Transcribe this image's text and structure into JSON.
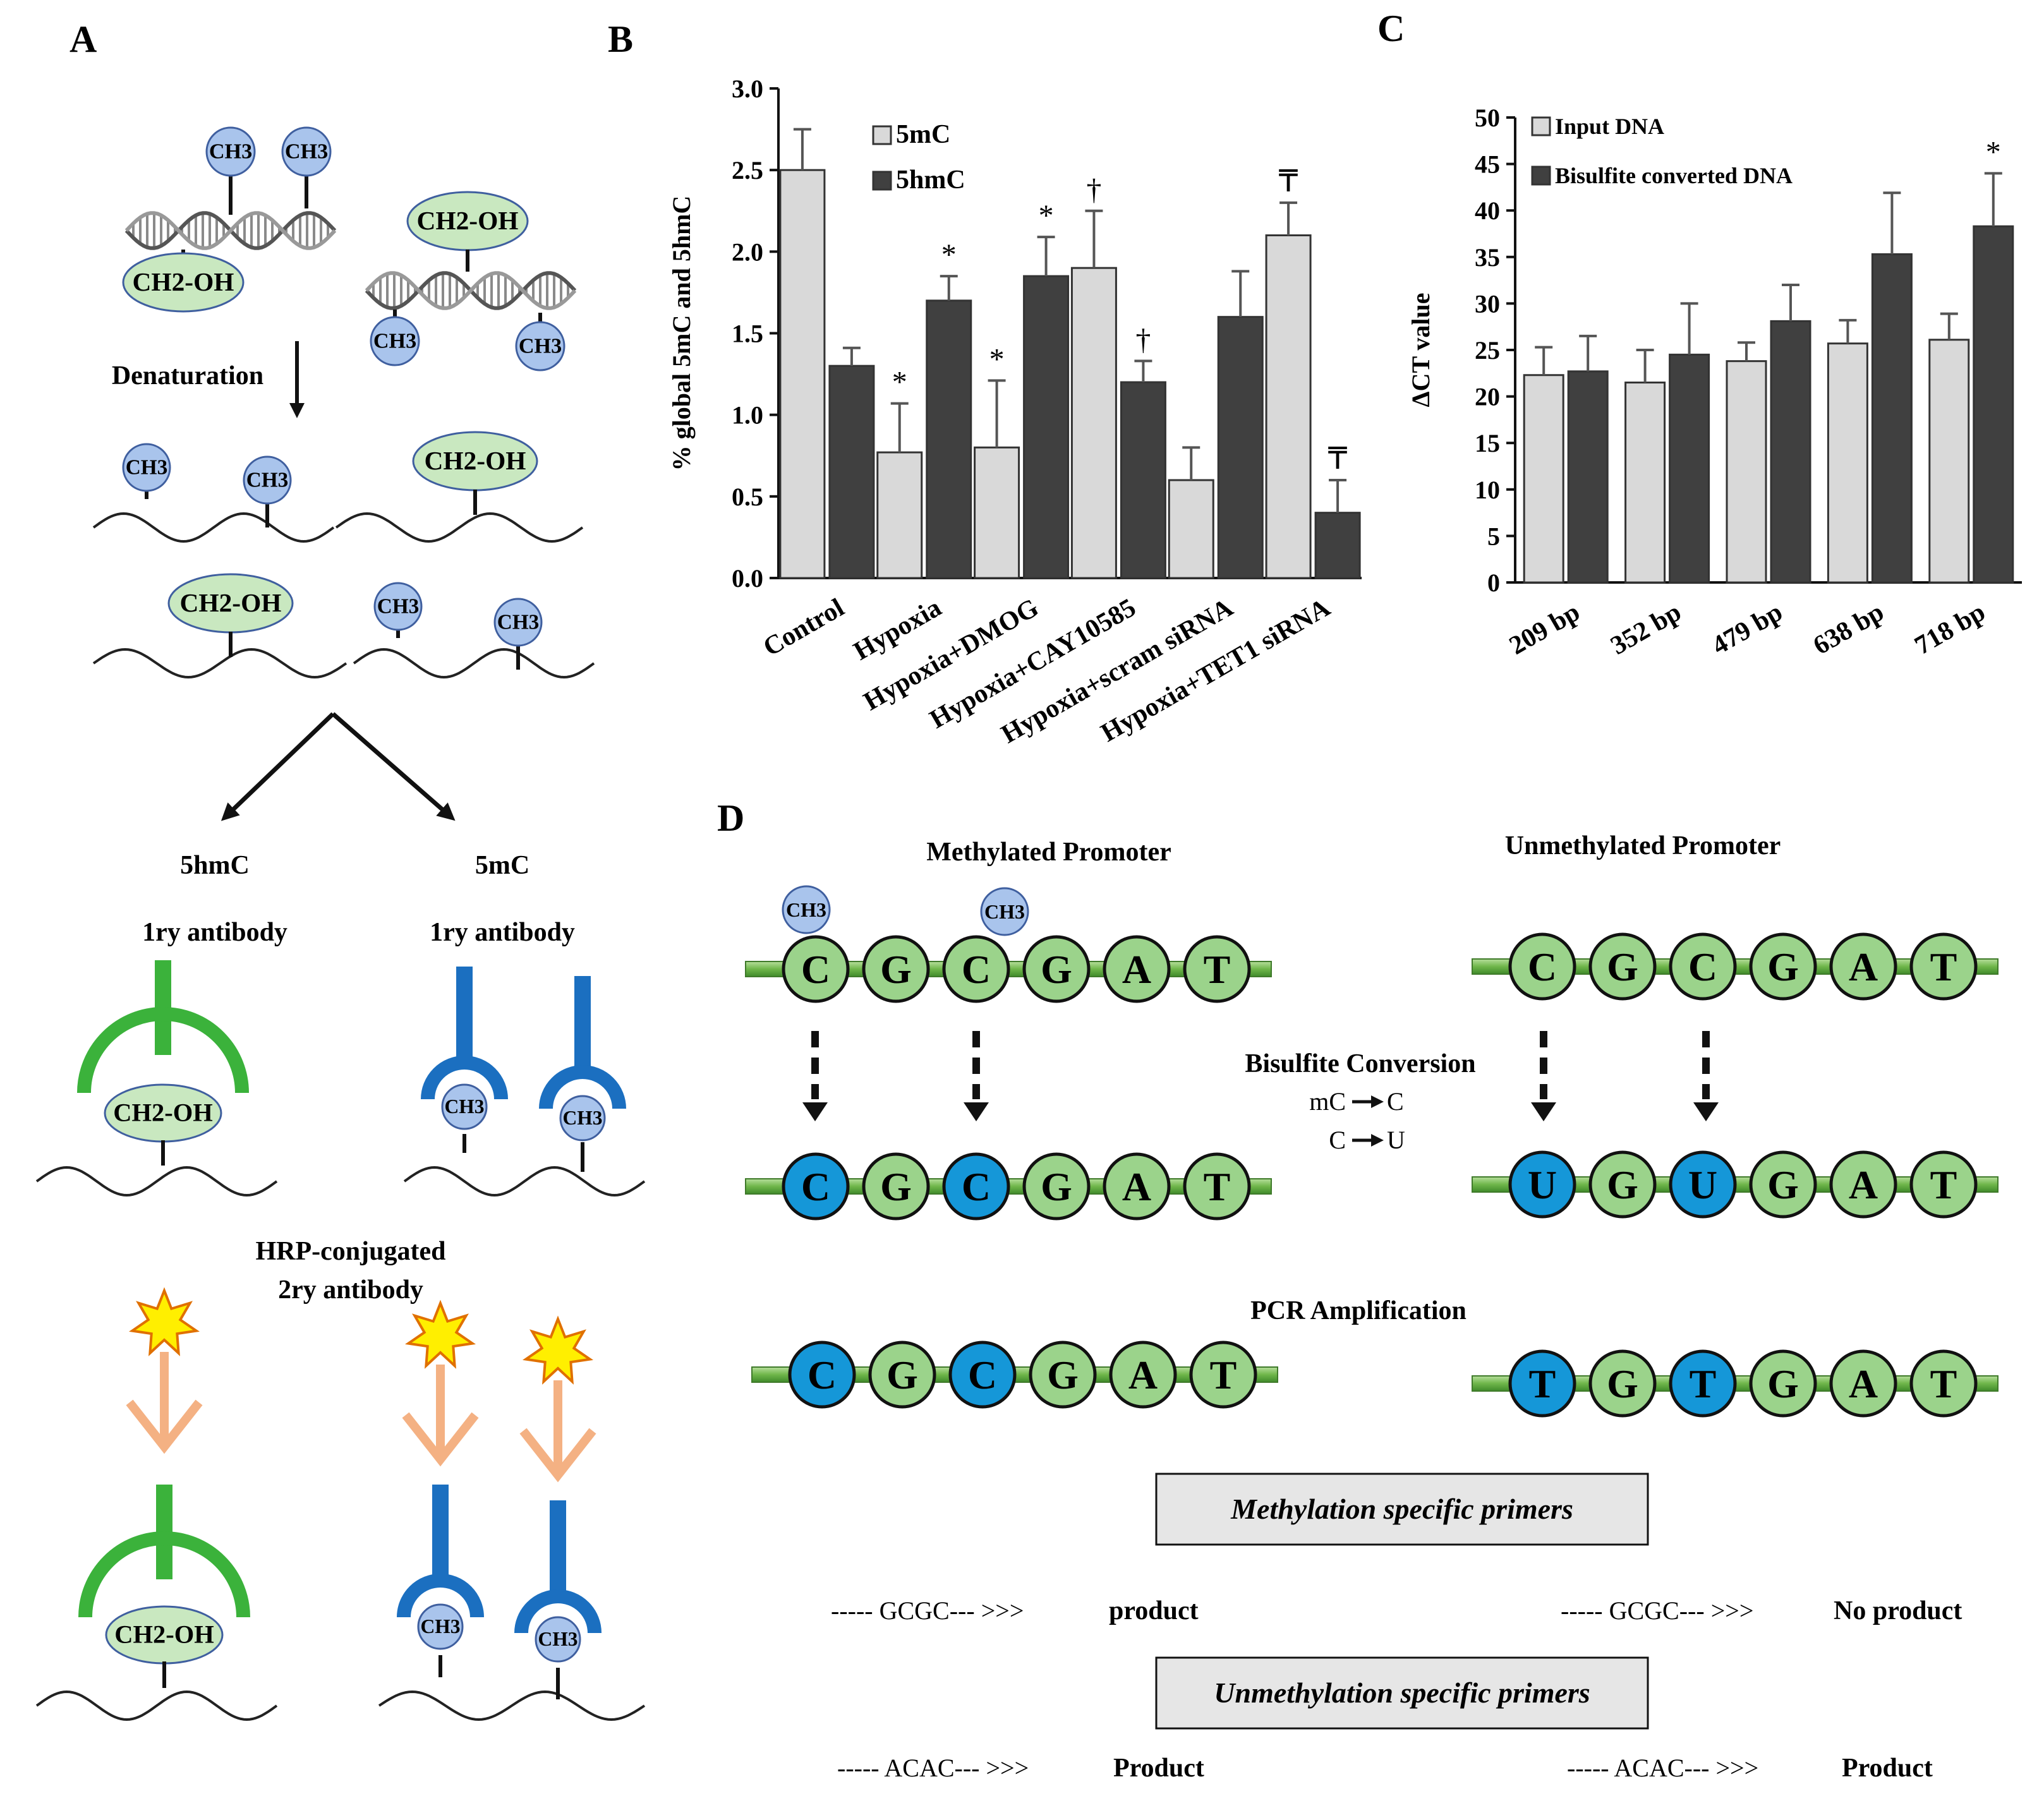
{
  "panels": {
    "a": "A",
    "b": "B",
    "c": "C",
    "d": "D"
  },
  "icons": {
    "arrow": "arrow-icon",
    "antibody": "antibody-icon",
    "star": "hrp-star-icon",
    "dna": "dna-helix-icon"
  },
  "colors": {
    "light_bar": "#d9d9d9",
    "dark_bar": "#404040",
    "green_node": "#9bd38b",
    "blue_node": "#1597d8",
    "green_ab": "#3bb23b",
    "blue_ab": "#1b6fc0",
    "skin_ab": "#f4b183",
    "star": "#ffef00",
    "ch3_bubble": "#a9c4ec",
    "oh_bubble": "#c9e8c0"
  },
  "panel_a": {
    "ch3": "CH3",
    "ch2oh": "CH2-OH",
    "denaturation": "Denaturation",
    "label_5hmc": "5hmC",
    "label_5mc": "5mC",
    "primary_ab": "1ry antibody",
    "hrp_line1": "HRP-conjugated",
    "hrp_line2": "2ry antibody"
  },
  "chart_data": [
    {
      "type": "bar",
      "title": "",
      "xlabel": "",
      "ylabel": "% global 5mC and 5hmC",
      "ylim": [
        0,
        3.0
      ],
      "yticks": [
        "0.0",
        "0.5",
        "1.0",
        "1.5",
        "2.0",
        "2.5",
        "3.0"
      ],
      "categories": [
        "Control",
        "Hypoxia",
        "Hypoxia+DMOG",
        "Hypoxia+CAY10585",
        "Hypoxia+scram siRNA",
        "Hypoxia+TET1 siRNA"
      ],
      "legend_position": "top-left",
      "series": [
        {
          "name": "5mC",
          "values": [
            2.5,
            0.77,
            0.8,
            1.9,
            0.6,
            2.1
          ],
          "errors": [
            0.25,
            0.3,
            0.41,
            0.35,
            0.2,
            0.2
          ],
          "marks": [
            "",
            "*",
            "*",
            "†",
            "",
            "₸"
          ]
        },
        {
          "name": "5hmC",
          "values": [
            1.3,
            1.7,
            1.85,
            1.2,
            1.6,
            0.4
          ],
          "errors": [
            0.11,
            0.15,
            0.24,
            0.13,
            0.28,
            0.2
          ],
          "marks": [
            "",
            "*",
            "*",
            "†",
            "",
            "₸"
          ]
        }
      ]
    },
    {
      "type": "bar",
      "title": "",
      "xlabel": "",
      "ylabel": "ΔCT value",
      "ylim": [
        0,
        50
      ],
      "yticks": [
        "0",
        "5",
        "10",
        "15",
        "20",
        "25",
        "30",
        "35",
        "40",
        "45",
        "50"
      ],
      "categories": [
        "209 bp",
        "352 bp",
        "479 bp",
        "638 bp",
        "718 bp"
      ],
      "legend_position": "top-left",
      "series": [
        {
          "name": "Input DNA",
          "values": [
            22.3,
            21.5,
            23.8,
            25.7,
            26.1
          ],
          "errors": [
            3.0,
            3.5,
            2.0,
            2.5,
            2.8
          ],
          "marks": [
            "",
            "",
            "",
            "",
            ""
          ]
        },
        {
          "name": "Bisulfite converted DNA",
          "values": [
            22.7,
            24.5,
            28.1,
            35.3,
            38.3
          ],
          "errors": [
            3.8,
            5.5,
            3.9,
            6.6,
            5.7
          ],
          "marks": [
            "",
            "",
            "",
            "",
            "*"
          ]
        }
      ]
    }
  ],
  "panel_d": {
    "methylated_title": "Methylated Promoter",
    "unmethylated_title": "Unmethylated Promoter",
    "ch3": "CH3",
    "row1_left": [
      "C",
      "G",
      "C",
      "G",
      "A",
      "T"
    ],
    "row1_right": [
      "C",
      "G",
      "C",
      "G",
      "A",
      "T"
    ],
    "row2_left": [
      "C",
      "G",
      "C",
      "G",
      "A",
      "T"
    ],
    "row2_right": [
      "U",
      "G",
      "U",
      "G",
      "A",
      "T"
    ],
    "row3_left": [
      "C",
      "G",
      "C",
      "G",
      "A",
      "T"
    ],
    "row3_right": [
      "T",
      "G",
      "T",
      "G",
      "A",
      "T"
    ],
    "row2_left_blue": [
      true,
      false,
      true,
      false,
      false,
      false
    ],
    "row2_right_blue": [
      true,
      false,
      true,
      false,
      false,
      false
    ],
    "row3_left_blue": [
      true,
      false,
      true,
      false,
      false,
      false
    ],
    "row3_right_blue": [
      true,
      false,
      true,
      false,
      false,
      false
    ],
    "bisulfite_title": "Bisulfite Conversion",
    "conv1_from": "mC",
    "conv1_to": "C",
    "conv2_from": "C",
    "conv2_to": "U",
    "pcr_title": "PCR Amplification",
    "msp_box": "Methylation specific primers",
    "usp_box": "Unmethylation specific primers",
    "msp_left_seq": "----- GCGC--- >>>",
    "msp_left_result": "product",
    "msp_right_seq": "----- GCGC--- >>>",
    "msp_right_result": "No product",
    "usp_left_seq": "----- ACAC--- >>>",
    "usp_left_result": "Product",
    "usp_right_seq": "----- ACAC--- >>>",
    "usp_right_result": "Product"
  }
}
